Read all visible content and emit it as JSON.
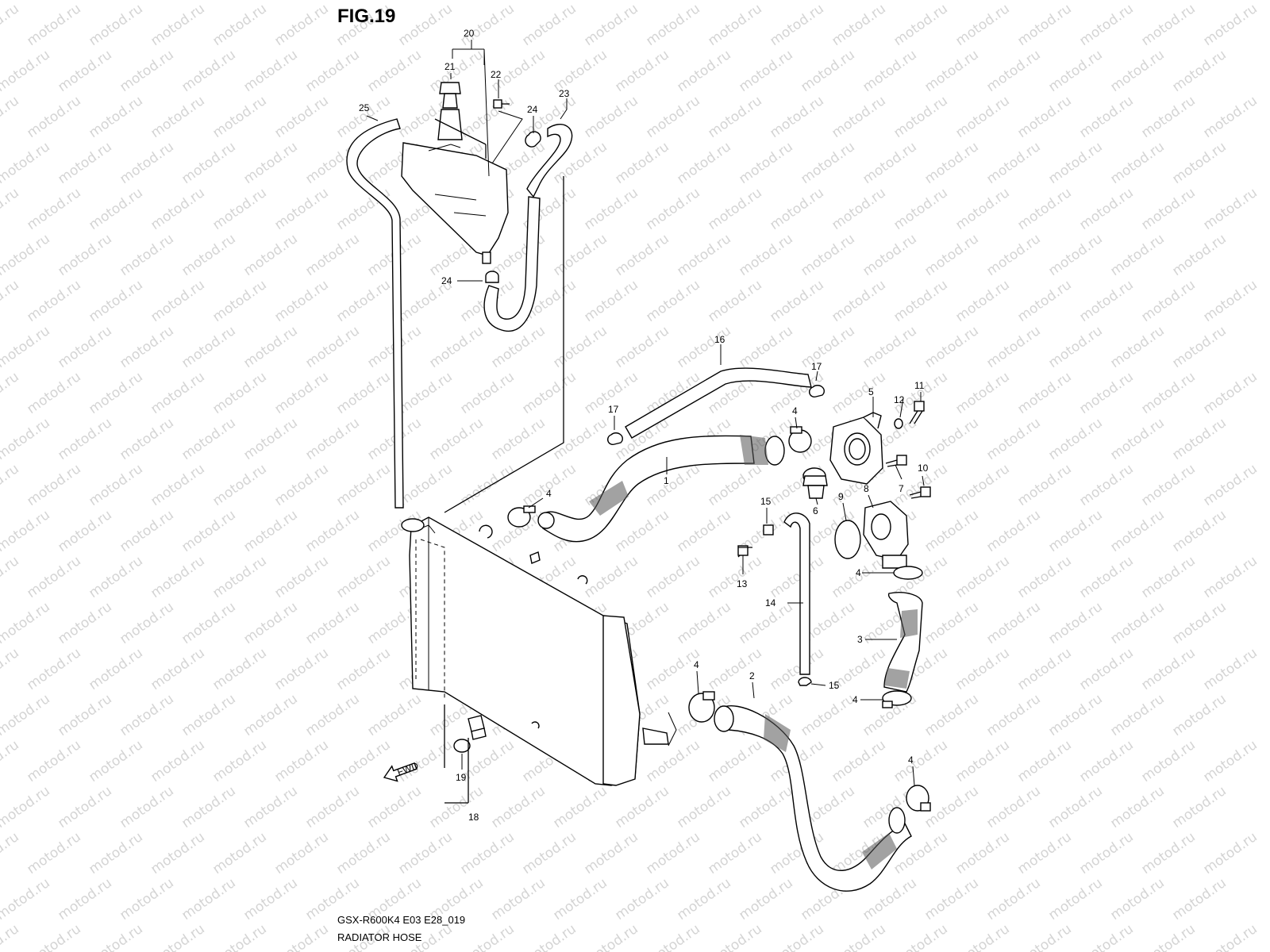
{
  "diagram": {
    "figure_label": "FIG.19",
    "model_code": "GSX-R600K4 E03 E28_019",
    "caption": "RADIATOR HOSE",
    "watermark": "motod.ru",
    "fwd_label": "FWD",
    "callouts": [
      {
        "id": "1",
        "label": "1"
      },
      {
        "id": "2",
        "label": "2"
      },
      {
        "id": "3",
        "label": "3"
      },
      {
        "id": "4a",
        "label": "4"
      },
      {
        "id": "4b",
        "label": "4"
      },
      {
        "id": "4c",
        "label": "4"
      },
      {
        "id": "4d",
        "label": "4"
      },
      {
        "id": "4e",
        "label": "4"
      },
      {
        "id": "4f",
        "label": "4"
      },
      {
        "id": "5",
        "label": "5"
      },
      {
        "id": "6",
        "label": "6"
      },
      {
        "id": "7",
        "label": "7"
      },
      {
        "id": "8",
        "label": "8"
      },
      {
        "id": "9",
        "label": "9"
      },
      {
        "id": "10",
        "label": "10"
      },
      {
        "id": "11",
        "label": "11"
      },
      {
        "id": "12",
        "label": "12"
      },
      {
        "id": "13",
        "label": "13"
      },
      {
        "id": "14",
        "label": "14"
      },
      {
        "id": "15a",
        "label": "15"
      },
      {
        "id": "15b",
        "label": "15"
      },
      {
        "id": "16",
        "label": "16"
      },
      {
        "id": "17a",
        "label": "17"
      },
      {
        "id": "17b",
        "label": "17"
      },
      {
        "id": "18",
        "label": "18"
      },
      {
        "id": "19",
        "label": "19"
      },
      {
        "id": "20",
        "label": "20"
      },
      {
        "id": "21",
        "label": "21"
      },
      {
        "id": "22",
        "label": "22"
      },
      {
        "id": "23",
        "label": "23"
      },
      {
        "id": "24a",
        "label": "24"
      },
      {
        "id": "24b",
        "label": "24"
      },
      {
        "id": "25",
        "label": "25"
      }
    ]
  }
}
